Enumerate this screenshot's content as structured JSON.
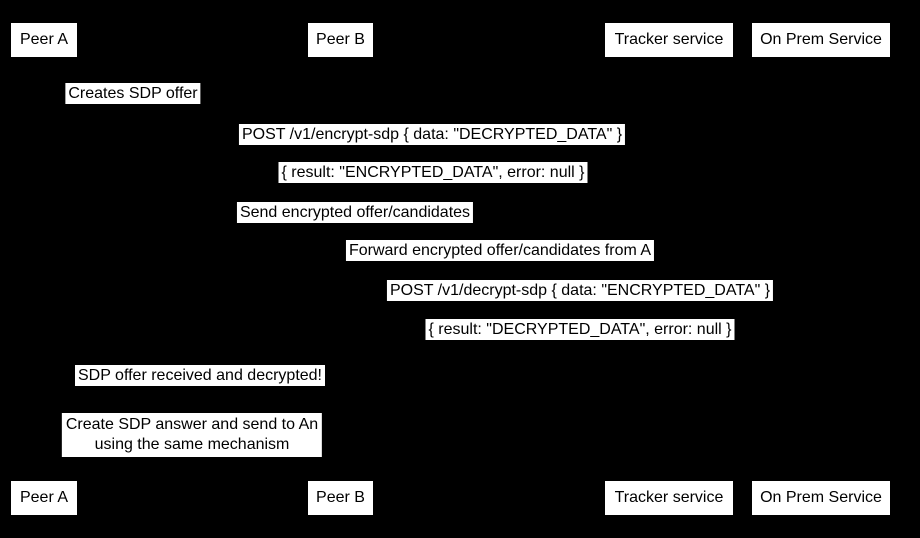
{
  "diagram": {
    "type": "sequence-diagram",
    "colors": {
      "background": "#000000",
      "box_fill": "#ffffff",
      "text": "#000000"
    },
    "participants": [
      {
        "label": "Peer A"
      },
      {
        "label": "Peer B"
      },
      {
        "label": "Tracker service"
      },
      {
        "label": "On Prem Service"
      }
    ],
    "messages": [
      {
        "text": "Creates SDP offer"
      },
      {
        "text": "POST /v1/encrypt-sdp { data: \"DECRYPTED_DATA\" }"
      },
      {
        "text": "{ result: \"ENCRYPTED_DATA\", error: null }"
      },
      {
        "text": "Send encrypted offer/candidates"
      },
      {
        "text": "Forward encrypted offer/candidates from A"
      },
      {
        "text": "POST /v1/decrypt-sdp { data: \"ENCRYPTED_DATA\" }"
      },
      {
        "text": "{ result: \"DECRYPTED_DATA\", error: null }"
      },
      {
        "text": "SDP offer received and decrypted!"
      }
    ],
    "note": {
      "line1": "Create SDP answer and send to An",
      "line2": "using the same mechanism"
    }
  }
}
